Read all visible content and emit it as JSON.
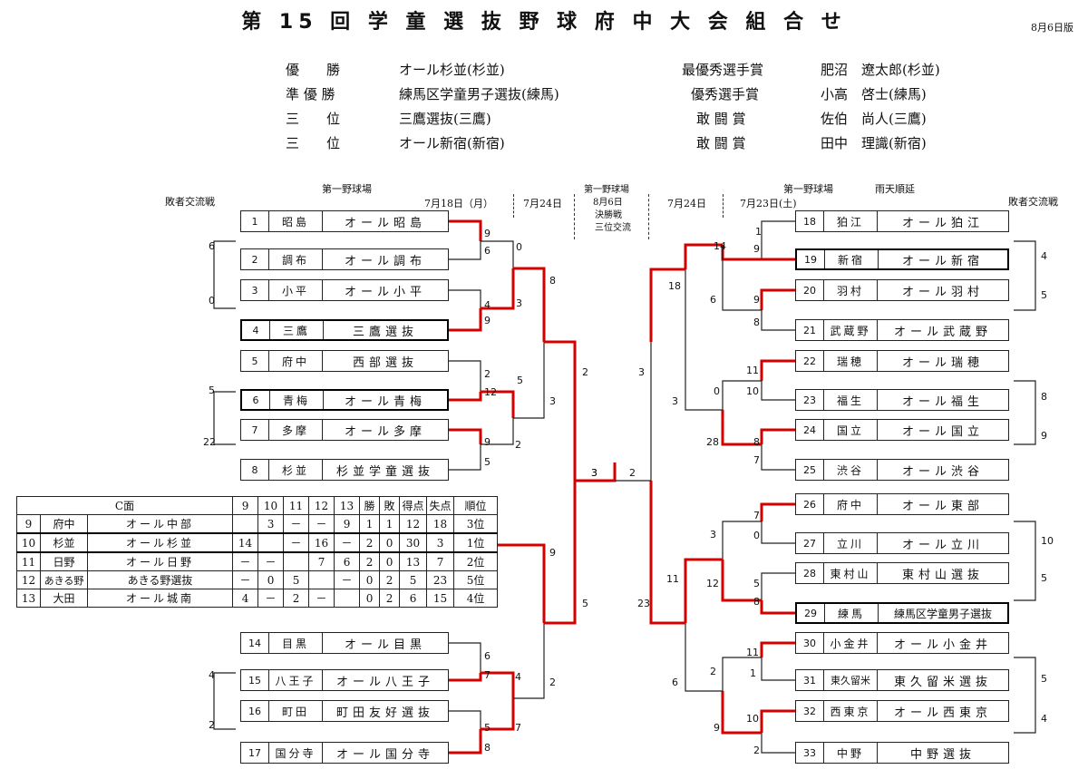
{
  "header": {
    "title": "第 15 回 学 童 選 抜 野 球 府 中 大 会 組 合 せ",
    "edition": "8月6日版"
  },
  "results": [
    {
      "rank": "優　　勝",
      "team": "オール杉並(杉並)"
    },
    {
      "rank": "準 優 勝",
      "team": "練馬区学童男子選抜(練馬)"
    },
    {
      "rank": "三　　位",
      "team": "三鷹選抜(三鷹)"
    },
    {
      "rank": "三　　位",
      "team": "オール新宿(新宿)"
    }
  ],
  "awards": [
    {
      "award": "最優秀選手賞",
      "player": "肥沼　遼太郎(杉並)"
    },
    {
      "award": "優秀選手賞",
      "player": "小高　啓士(練馬)"
    },
    {
      "award": "敢 闘 賞",
      "player": "佐伯　尚人(三鷹)"
    },
    {
      "award": "敢 闘 賞",
      "player": "田中　理識(新宿)"
    }
  ],
  "labels": {
    "left_loser": "敗者交流戦",
    "right_loser": "敗者交流戦",
    "left_field": "第一野球場",
    "left_date": "7月18日（月）",
    "left_date2": "7月24日",
    "center_field": "第一野球場",
    "center_date": "8月6日",
    "center_final": "決勝戦",
    "center_third": "三位交流",
    "right_date2": "7月24日",
    "right_date": "7月23日(土)",
    "right_field": "第一野球場",
    "rain": "雨天順延"
  },
  "teams_left": [
    {
      "no": "1",
      "short": "昭島",
      "full": "オール昭島",
      "win": false
    },
    {
      "no": "2",
      "short": "調布",
      "full": "オール調布",
      "win": false
    },
    {
      "no": "3",
      "short": "小平",
      "full": "オール小平",
      "win": false
    },
    {
      "no": "4",
      "short": "三鷹",
      "full": "三鷹選抜",
      "win": true
    },
    {
      "no": "5",
      "short": "府中",
      "full": "西部選抜",
      "win": false
    },
    {
      "no": "6",
      "short": "青梅",
      "full": "オール青梅",
      "win": true
    },
    {
      "no": "7",
      "short": "多摩",
      "full": "オール多摩",
      "win": false
    },
    {
      "no": "8",
      "short": "杉並",
      "full": "杉並学童選抜",
      "win": false
    },
    {
      "no": "14",
      "short": "目黒",
      "full": "オール目黒",
      "win": false
    },
    {
      "no": "15",
      "short": "八王子",
      "full": "オール八王子",
      "win": false
    },
    {
      "no": "16",
      "short": "町田",
      "full": "町田友好選抜",
      "win": false
    },
    {
      "no": "17",
      "short": "国分寺",
      "full": "オール国分寺",
      "win": false
    }
  ],
  "teams_right": [
    {
      "no": "18",
      "short": "狛江",
      "full": "オール狛江",
      "win": false
    },
    {
      "no": "19",
      "short": "新宿",
      "full": "オール新宿",
      "win": true
    },
    {
      "no": "20",
      "short": "羽村",
      "full": "オール羽村",
      "win": false
    },
    {
      "no": "21",
      "short": "武蔵野",
      "full": "オール武蔵野",
      "win": false
    },
    {
      "no": "22",
      "short": "瑞穂",
      "full": "オール瑞穂",
      "win": false
    },
    {
      "no": "23",
      "short": "福生",
      "full": "オール福生",
      "win": false
    },
    {
      "no": "24",
      "short": "国立",
      "full": "オール国立",
      "win": false
    },
    {
      "no": "25",
      "short": "渋谷",
      "full": "オール渋谷",
      "win": false
    },
    {
      "no": "26",
      "short": "府中",
      "full": "オール東部",
      "win": false
    },
    {
      "no": "27",
      "short": "立川",
      "full": "オール立川",
      "win": false
    },
    {
      "no": "28",
      "short": "東村山",
      "full": "東村山選抜",
      "win": false
    },
    {
      "no": "29",
      "short": "練馬",
      "full": "練馬区学童男子選抜",
      "win": true
    },
    {
      "no": "30",
      "short": "小金井",
      "full": "オール小金井",
      "win": false
    },
    {
      "no": "31",
      "short": "東久留米",
      "full": "東久留米選抜",
      "win": false
    },
    {
      "no": "32",
      "short": "西東京",
      "full": "オール西東京",
      "win": false
    },
    {
      "no": "33",
      "short": "中野",
      "full": "中野選抜",
      "win": false
    }
  ],
  "cgroup": {
    "header": [
      "C面",
      "9",
      "10",
      "11",
      "12",
      "13",
      "勝",
      "敗",
      "得点",
      "失点",
      "順位"
    ],
    "rows": [
      {
        "no": "9",
        "short": "府中",
        "team": "オール中部",
        "cells": [
          "",
          "3",
          "－",
          "－",
          "9",
          "1",
          "1",
          "12",
          "18",
          "3位"
        ]
      },
      {
        "no": "10",
        "short": "杉並",
        "team": "オール杉並",
        "cells": [
          "14",
          "",
          "－",
          "16",
          "－",
          "2",
          "0",
          "30",
          "3",
          "1位"
        ]
      },
      {
        "no": "11",
        "short": "日野",
        "team": "オール日野",
        "cells": [
          "－",
          "－",
          "",
          "7",
          "6",
          "2",
          "0",
          "13",
          "7",
          "2位"
        ]
      },
      {
        "no": "12",
        "short": "あきる野",
        "team": "あきる野選抜",
        "cells": [
          "－",
          "0",
          "5",
          "",
          "－",
          "0",
          "2",
          "5",
          "23",
          "5位"
        ]
      },
      {
        "no": "13",
        "short": "大田",
        "team": "オール城南",
        "cells": [
          "4",
          "－",
          "2",
          "－",
          "",
          "0",
          "2",
          "6",
          "15",
          "4位"
        ]
      }
    ]
  },
  "scores": {
    "l": [
      "9",
      "6",
      "4",
      "9",
      "0",
      "3",
      "8",
      "2",
      "12",
      "9",
      "5",
      "5",
      "3",
      "2",
      "2",
      "3",
      "6",
      "7",
      "8",
      "5",
      "4",
      "7",
      "2",
      "9",
      "5",
      "6",
      "0",
      "5",
      "22",
      "4",
      "2"
    ],
    "r": [
      "1",
      "9",
      "14",
      "6",
      "9",
      "8",
      "18",
      "11",
      "10",
      "0",
      "8",
      "7",
      "28",
      "3",
      "3",
      "7",
      "0",
      "3",
      "5",
      "8",
      "12",
      "11",
      "11",
      "1",
      "10",
      "2",
      "2",
      "6",
      "9",
      "23",
      "4",
      "5",
      "8",
      "9",
      "10",
      "5",
      "5",
      "4"
    ],
    "c": [
      "3",
      "2"
    ]
  },
  "colors": {
    "win_line": "#d40000",
    "line": "#222222"
  }
}
